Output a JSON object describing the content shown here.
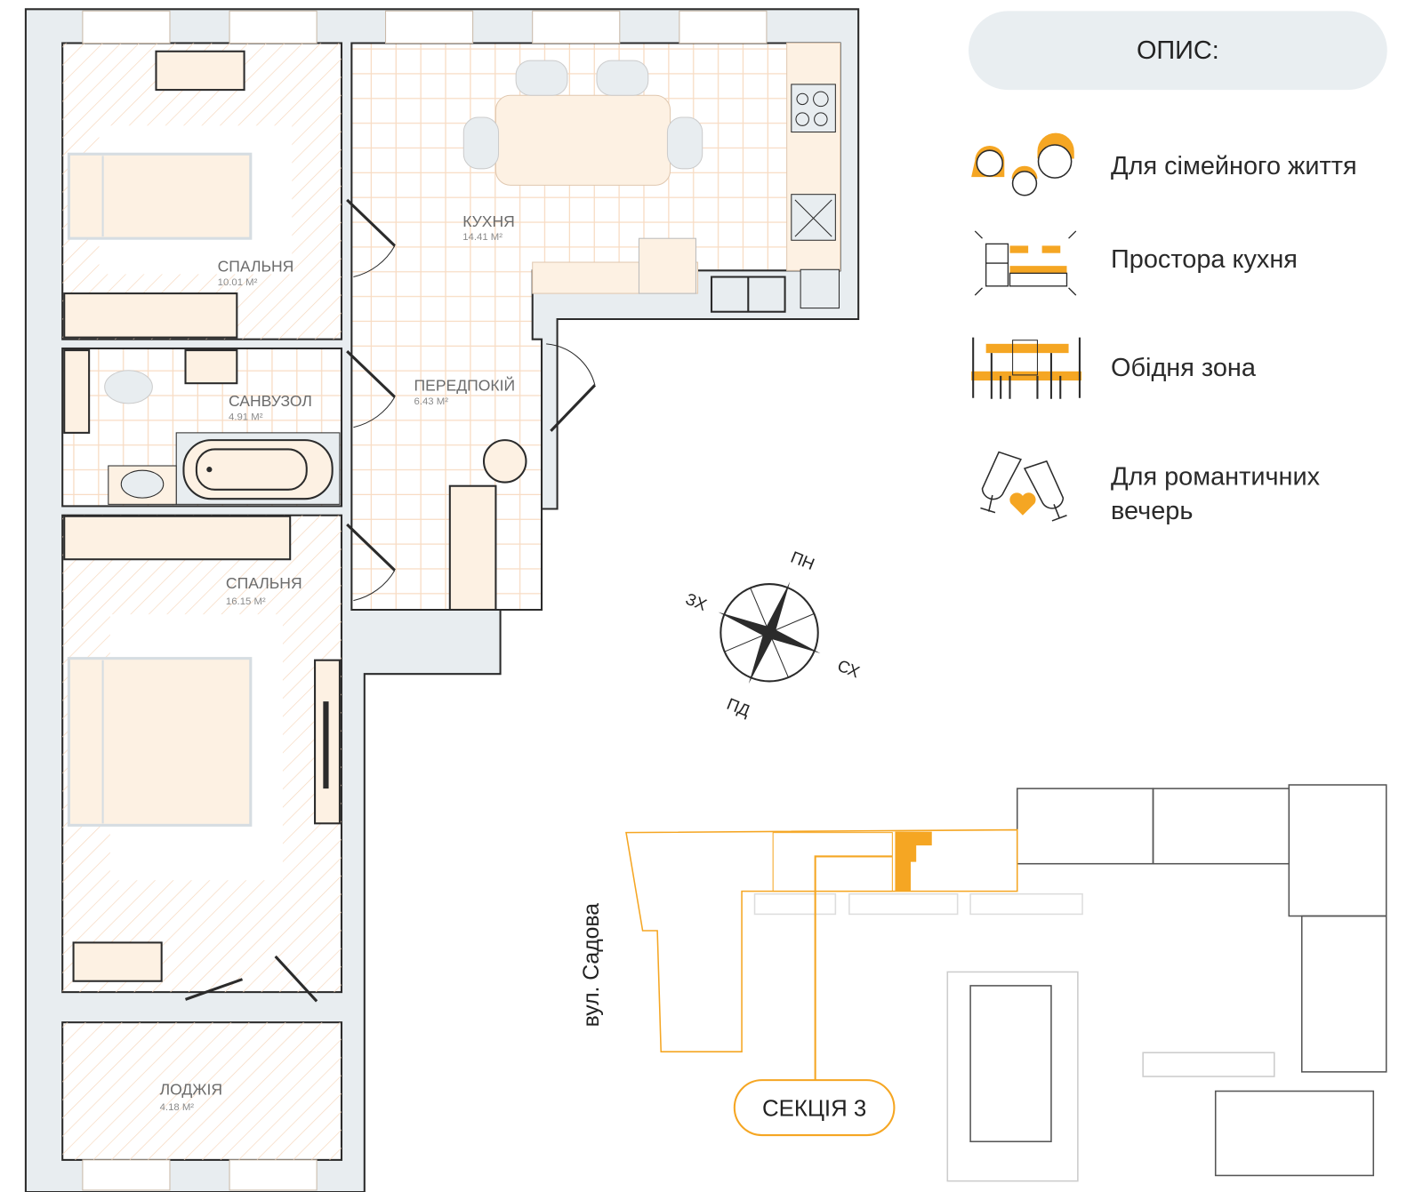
{
  "plan": {
    "rooms": [
      {
        "name": "СПАЛЬНЯ",
        "area": "10.01 М²"
      },
      {
        "name": "КУХНЯ",
        "area": "14.41 М²"
      },
      {
        "name": "ПЕРЕДПОКІЙ",
        "area": "6.43 М²"
      },
      {
        "name": "САНВУЗОЛ",
        "area": "4.91 М²"
      },
      {
        "name": "СПАЛЬНЯ",
        "area": "16.15 М²"
      },
      {
        "name": "ЛОДЖІЯ",
        "area": "4.18 М²"
      }
    ]
  },
  "description": {
    "title": "ОПИС:",
    "features": [
      {
        "icon": "family-icon",
        "label": "Для сімейного життя"
      },
      {
        "icon": "kitchen-icon",
        "label": "Простора кухня"
      },
      {
        "icon": "dining-icon",
        "label": "Обідня зона"
      },
      {
        "icon": "wine-glasses-icon",
        "label_line1": "Для романтичних",
        "label_line2": "вечерь"
      }
    ]
  },
  "compass": {
    "north": "ПН",
    "east": "СХ",
    "south": "ПД",
    "west": "ЗХ"
  },
  "site_plan": {
    "street": "вул. Садова",
    "section_label": "СЕКЦІЯ 3"
  },
  "colors": {
    "accent": "#f5a623",
    "wall": "#e8edf0",
    "floor": "#fdf1e3",
    "line": "#2b2b2b"
  }
}
